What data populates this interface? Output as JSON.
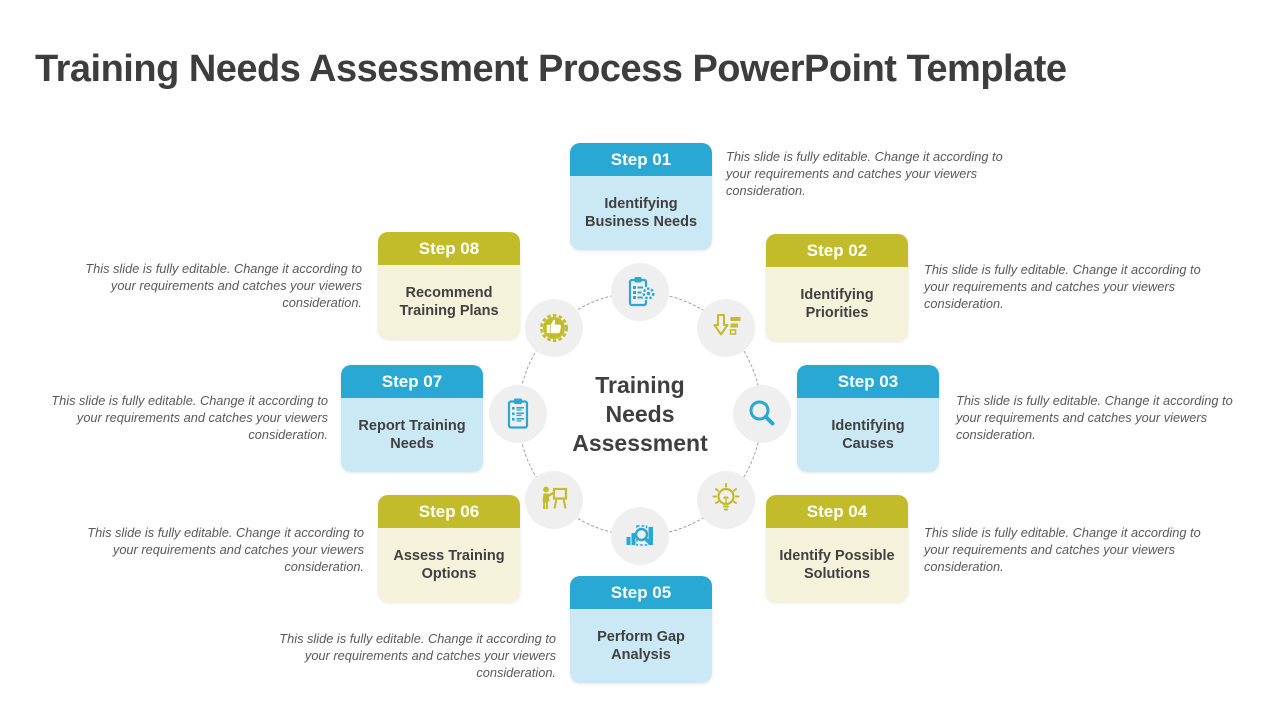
{
  "slide": {
    "title": "Training Needs Assessment Process PowerPoint Template"
  },
  "center": {
    "title": "Training Needs Assessment"
  },
  "description": "This slide is fully editable. Change it according to your requirements and catches your viewers consideration.",
  "colors": {
    "blue": "#28a8d3",
    "blue_light": "#cbe9f5",
    "yellow": "#c2bc2b",
    "yellow_light": "#f5f2db",
    "title_text": "#3d3d3d",
    "step_text": "#404040",
    "description_text": "#595959",
    "icon_circle_bg": "#efefef"
  },
  "steps": [
    {
      "label": "Step 01",
      "title": "Identifying Business Needs",
      "theme": "blue",
      "icon": "clipboard-gear-icon"
    },
    {
      "label": "Step 02",
      "title": "Identifying Priorities",
      "theme": "yellow",
      "icon": "priority-arrow-icon"
    },
    {
      "label": "Step 03",
      "title": "Identifying Causes",
      "theme": "blue",
      "icon": "magnifier-icon"
    },
    {
      "label": "Step 04",
      "title": "Identify Possible Solutions",
      "theme": "yellow",
      "icon": "lightbulb-icon"
    },
    {
      "label": "Step 05",
      "title": "Perform Gap Analysis",
      "theme": "blue",
      "icon": "chart-magnifier-icon"
    },
    {
      "label": "Step 06",
      "title": "Assess Training Options",
      "theme": "yellow",
      "icon": "presenter-icon"
    },
    {
      "label": "Step 07",
      "title": "Report Training Needs",
      "theme": "blue",
      "icon": "clipboard-checklist-icon"
    },
    {
      "label": "Step 08",
      "title": "Recommend Training Plans",
      "theme": "yellow",
      "icon": "thumbsup-badge-icon"
    }
  ]
}
